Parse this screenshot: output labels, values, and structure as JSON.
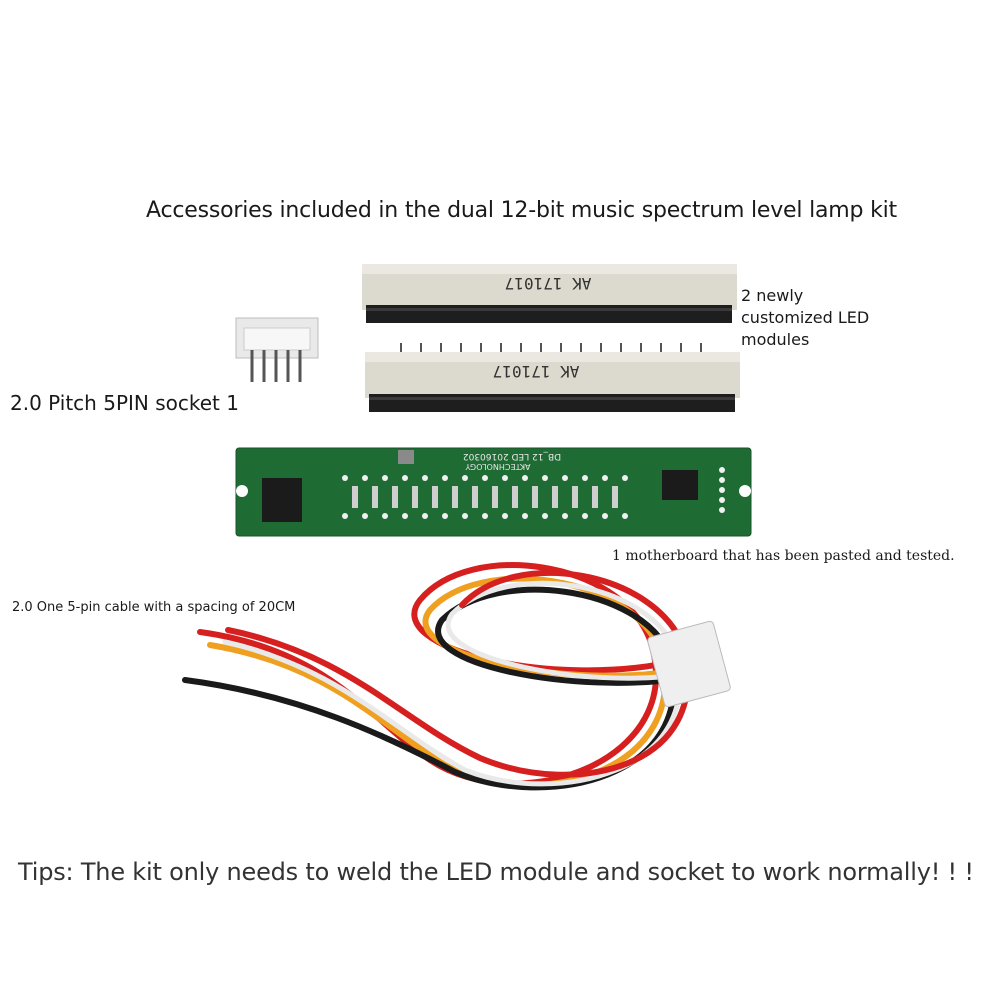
{
  "title": "Accessories included in the dual 12-bit music spectrum level lamp kit",
  "labels": {
    "led_modules": "2 newly customized LED modules",
    "socket": "2.0 Pitch 5PIN socket 1",
    "motherboard": "1 motherboard that has been pasted and tested.",
    "cable": "2.0 One 5-pin cable with a spacing of 20CM"
  },
  "module_print": "AK 171017",
  "pcb_print": {
    "line1": "DB_12 LED 20160302",
    "line2": "AKTECHNOLOGY"
  },
  "tips": "Tips: The kit only needs to weld the LED module and socket to work normally! ! !",
  "colors": {
    "pcb_green": "#1f6b34",
    "module_body": "#d9d6cc",
    "wire_red": "#d62020",
    "wire_orange": "#f0a020",
    "wire_black": "#1a1a1a",
    "wire_white": "#f2f2f2"
  }
}
